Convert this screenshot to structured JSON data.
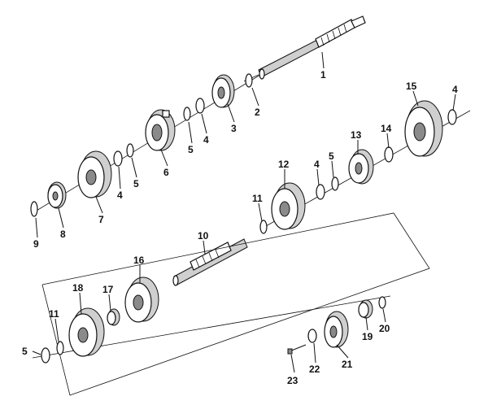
{
  "diagram": {
    "callouts": [
      {
        "id": "c1",
        "label": "1"
      },
      {
        "id": "c2",
        "label": "2"
      },
      {
        "id": "c3",
        "label": "3"
      },
      {
        "id": "c4a",
        "label": "4"
      },
      {
        "id": "c5a",
        "label": "5"
      },
      {
        "id": "c6",
        "label": "6"
      },
      {
        "id": "c5b",
        "label": "5"
      },
      {
        "id": "c4b",
        "label": "4"
      },
      {
        "id": "c7",
        "label": "7"
      },
      {
        "id": "c8",
        "label": "8"
      },
      {
        "id": "c9",
        "label": "9"
      },
      {
        "id": "c15",
        "label": "15"
      },
      {
        "id": "c4c",
        "label": "4"
      },
      {
        "id": "c14",
        "label": "14"
      },
      {
        "id": "c13",
        "label": "13"
      },
      {
        "id": "c5c",
        "label": "5"
      },
      {
        "id": "c4d",
        "label": "4"
      },
      {
        "id": "c12",
        "label": "12"
      },
      {
        "id": "c11a",
        "label": "11"
      },
      {
        "id": "c10",
        "label": "10"
      },
      {
        "id": "c16",
        "label": "16"
      },
      {
        "id": "c18",
        "label": "18"
      },
      {
        "id": "c17",
        "label": "17"
      },
      {
        "id": "c11b",
        "label": "11"
      },
      {
        "id": "c5d",
        "label": "5"
      },
      {
        "id": "c19",
        "label": "19"
      },
      {
        "id": "c20",
        "label": "20"
      },
      {
        "id": "c21",
        "label": "21"
      },
      {
        "id": "c22",
        "label": "22"
      },
      {
        "id": "c23",
        "label": "23"
      }
    ]
  }
}
